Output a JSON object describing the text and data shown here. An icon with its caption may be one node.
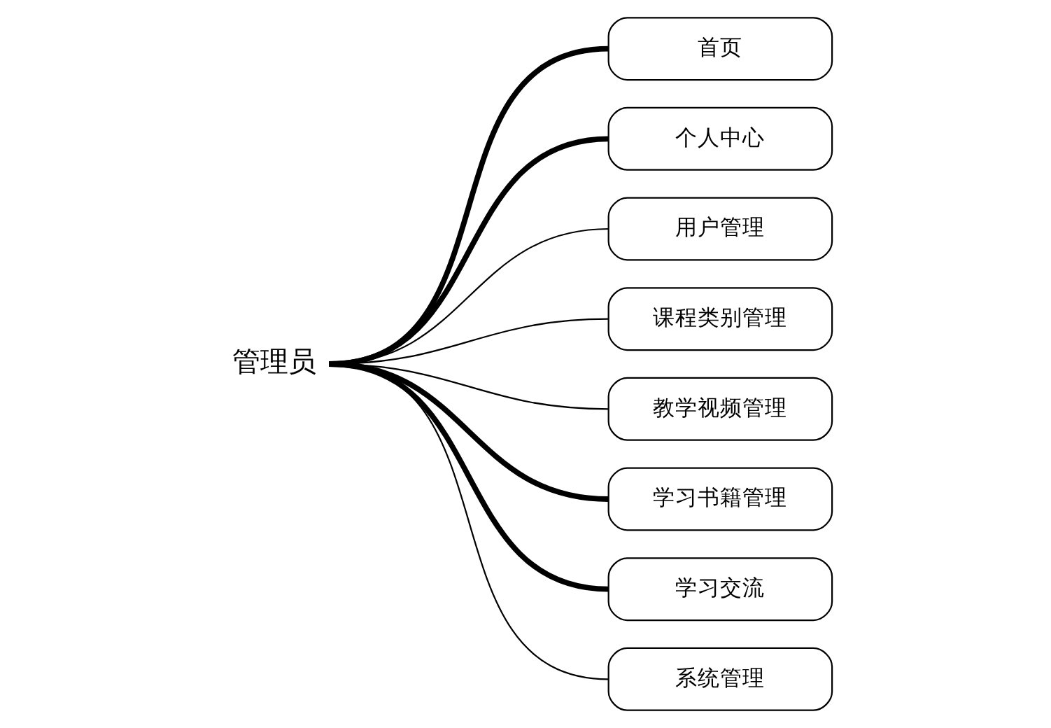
{
  "diagram": {
    "nodes": [
      {
        "text": [
          "管理员"
        ]
      },
      {
        "text": [
          "首页"
        ]
      },
      {
        "text": [
          "个人中心"
        ]
      },
      {
        "text": [
          "用户管理"
        ]
      },
      {
        "text": [
          "课程类别管理"
        ]
      },
      {
        "text": [
          "教学视频管理"
        ]
      },
      {
        "text": [
          "学习书籍管理"
        ]
      },
      {
        "text": [
          "学习交流"
        ]
      },
      {
        "text": [
          "系统管理"
        ]
      }
    ],
    "edges": [
      {
        "from": 0,
        "to": 1,
        "arrow": "none",
        "style": "thick"
      },
      {
        "from": 0,
        "to": 2,
        "arrow": "none",
        "style": "thick"
      },
      {
        "from": 0,
        "to": 3,
        "arrow": "none"
      },
      {
        "from": 0,
        "to": 4,
        "arrow": "none"
      },
      {
        "from": 0,
        "to": 5,
        "arrow": "none"
      },
      {
        "from": 0,
        "to": 6,
        "arrow": "none",
        "style": "thick"
      },
      {
        "from": 0,
        "to": 7,
        "arrow": "none",
        "style": "thick"
      },
      {
        "from": 0,
        "to": 8,
        "arrow": "none"
      }
    ]
  }
}
